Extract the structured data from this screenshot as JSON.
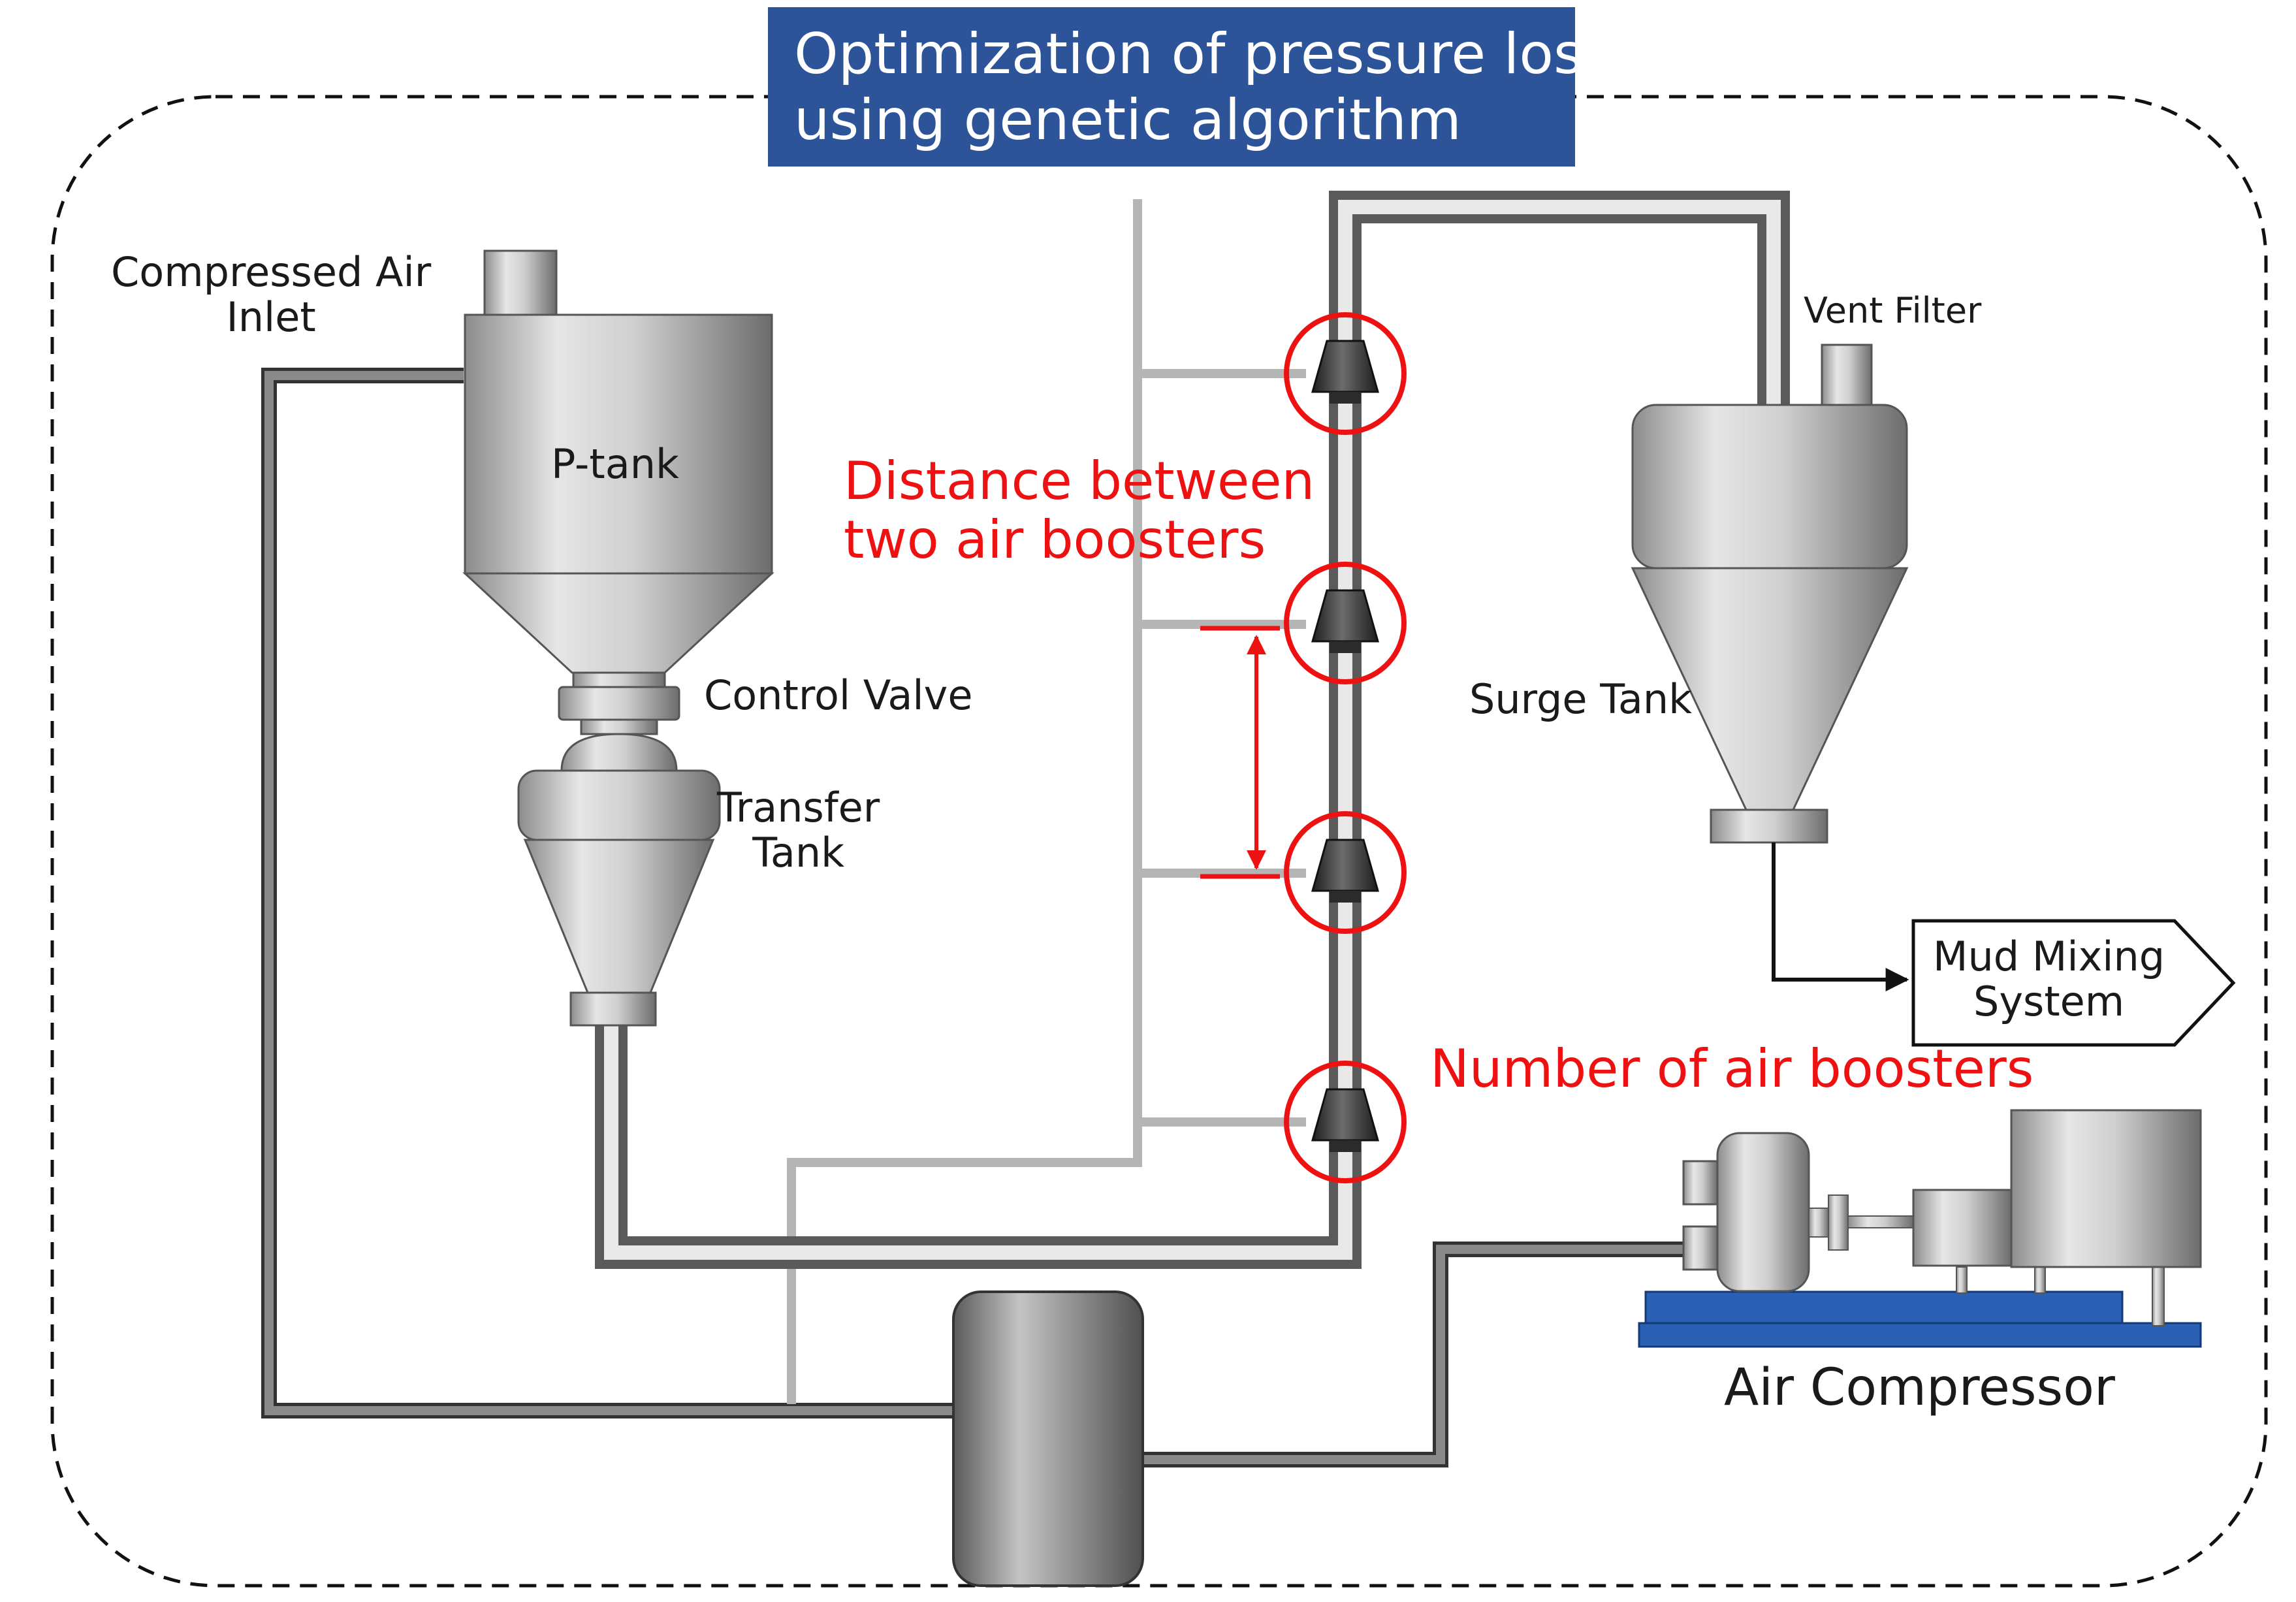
{
  "title": {
    "line1": "Optimization of pressure loss",
    "line2": "using genetic algorithm"
  },
  "labels": {
    "compressed_air_inlet": [
      "Compressed Air",
      "Inlet"
    ],
    "p_tank": "P-tank",
    "control_valve": "Control Valve",
    "transfer_tank": [
      "Transfer",
      "Tank"
    ],
    "vent_filter": "Vent Filter",
    "surge_tank": "Surge Tank",
    "mud_mixing_system": [
      "Mud Mixing",
      "System"
    ],
    "air_compressor": "Air Compressor"
  },
  "annotations": {
    "distance": [
      "Distance between",
      "two air boosters"
    ],
    "number": "Number of air boosters"
  },
  "colors": {
    "title_bg": "#2d5499",
    "highlight": "#ee1111",
    "compressor_base": "#2a5fb4",
    "pipe_dark": "#6f6f6f",
    "pipe_light": "#b4b4b4"
  },
  "air_boosters": {
    "count": 4
  }
}
